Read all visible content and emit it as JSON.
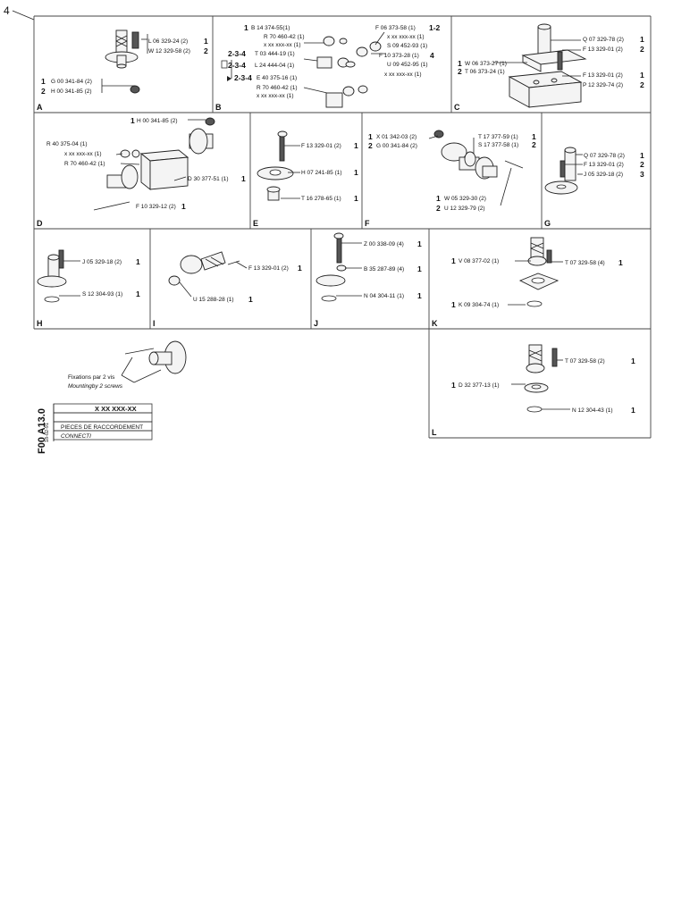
{
  "corner_mark": "4",
  "cells": {
    "A": {
      "letter": "A",
      "items": [
        {
          "ref": "L 06 329-24 (2)",
          "qty": "1"
        },
        {
          "ref": "W 12 329-58 (2)",
          "qty": "2"
        },
        {
          "ref": "G 00 341-84 (2)",
          "qty": "1"
        },
        {
          "ref": "H 00 341-85 (2)",
          "qty": "2"
        }
      ]
    },
    "B": {
      "letter": "B",
      "items": [
        {
          "ref": "B 14 374-55(1)",
          "qty": "1"
        },
        {
          "ref": "R 70 460-42 (1)",
          "qty": ""
        },
        {
          "ref": "x xx xxx-xx (1)",
          "qty": ""
        },
        {
          "ref": "T 03 444-19 (1)",
          "qty": "2-3-4"
        },
        {
          "ref": "L 24 444-04 (1)",
          "qty": "2-3-4"
        },
        {
          "ref": "E 40 375-16 (1)",
          "qty": "2-3-4"
        },
        {
          "ref": "R 70 460-42 (1)",
          "qty": ""
        },
        {
          "ref": "x xx xxx-xx (1)",
          "qty": ""
        },
        {
          "ref": "F 06 373-58 (1)",
          "qty": "1-2"
        },
        {
          "ref": "x xx xxx-xx (1)",
          "qty": ""
        },
        {
          "ref": "S 09 452-93 (1)",
          "qty": ""
        },
        {
          "ref": "F 10 373-28 (1)",
          "qty": "4"
        },
        {
          "ref": "U 09 452-95 (1)",
          "qty": ""
        },
        {
          "ref": "x xx xxx-xx (1)",
          "qty": ""
        }
      ]
    },
    "C": {
      "letter": "C",
      "items": [
        {
          "ref": "Q 07 329-78 (2)",
          "qty": "1"
        },
        {
          "ref": "F 13 329-01 (2)",
          "qty": "2"
        },
        {
          "ref": "W 06 373-27 (1)",
          "qty": "1"
        },
        {
          "ref": "T 06 373-24 (1)",
          "qty": "2"
        },
        {
          "ref": "F 13 329-01 (2)",
          "qty": "1"
        },
        {
          "ref": "P 12 329-74 (2)",
          "qty": "2"
        }
      ]
    },
    "D": {
      "letter": "D",
      "items": [
        {
          "ref": "H 00 341-85 (2)",
          "qty": "1"
        },
        {
          "ref": "R 40 375-04 (1)",
          "qty": ""
        },
        {
          "ref": "x xx xxx-xx (1)",
          "qty": ""
        },
        {
          "ref": "R 70 460-42 (1)",
          "qty": ""
        },
        {
          "ref": "D 30 377-51 (1)",
          "qty": "1"
        },
        {
          "ref": "F 10 329-12 (2)",
          "qty": "1"
        }
      ]
    },
    "E": {
      "letter": "E",
      "items": [
        {
          "ref": "F 13 329-01 (2)",
          "qty": "1"
        },
        {
          "ref": "H 07 241-85 (1)",
          "qty": "1"
        },
        {
          "ref": "T 16 278-65 (1)",
          "qty": "1"
        }
      ]
    },
    "F": {
      "letter": "F",
      "items": [
        {
          "ref": "X 01 342-03 (2)",
          "qty": "1"
        },
        {
          "ref": "G 00 341-84 (2)",
          "qty": "2"
        },
        {
          "ref": "T 17 377-59 (1)",
          "qty": "1"
        },
        {
          "ref": "S 17 377-58 (1)",
          "qty": "2"
        },
        {
          "ref": "W 05 329-30 (2)",
          "qty": "1"
        },
        {
          "ref": "U 12 329-79 (2)",
          "qty": "2"
        }
      ]
    },
    "G": {
      "letter": "G",
      "items": [
        {
          "ref": "Q 07 329-78 (2)",
          "qty": "1"
        },
        {
          "ref": "F 13 329-01 (2)",
          "qty": "2"
        },
        {
          "ref": "J 05 329-18 (2)",
          "qty": "3"
        }
      ]
    },
    "H": {
      "letter": "H",
      "items": [
        {
          "ref": "J 05 329-18 (2)",
          "qty": "1"
        },
        {
          "ref": "S 12 304-93 (1)",
          "qty": "1"
        }
      ]
    },
    "I": {
      "letter": "I",
      "items": [
        {
          "ref": "F 13 329-01 (2)",
          "qty": "1"
        },
        {
          "ref": "U 15 288-28 (1)",
          "qty": "1"
        }
      ]
    },
    "J": {
      "letter": "J",
      "items": [
        {
          "ref": "Z 00 338-09 (4)",
          "qty": "1"
        },
        {
          "ref": "B 35 287-89 (4)",
          "qty": "1"
        },
        {
          "ref": "N 04 304-11 (1)",
          "qty": "1"
        }
      ]
    },
    "K": {
      "letter": "K",
      "items": [
        {
          "ref": "V 08 377-02 (1)",
          "qty": "1"
        },
        {
          "ref": "T 07 329-58 (4)",
          "qty": "1"
        },
        {
          "ref": "K 09 304-74 (1)",
          "qty": "1"
        }
      ]
    },
    "L": {
      "letter": "L",
      "items": [
        {
          "ref": "T 07 329-58 (2)",
          "qty": "1"
        },
        {
          "ref": "D 32 377-13 (1)",
          "qty": "1"
        },
        {
          "ref": "N 12 304-43 (1)",
          "qty": "1"
        }
      ]
    }
  },
  "fixings": {
    "fr": "Fixations par 2 vis",
    "en": "Mountingby 2 screws"
  },
  "title_block": {
    "sheet_code": "F00 A13.0",
    "ref": "X XX XXX-XX",
    "date": "18-02-91",
    "title_fr": "PIECES DE RACCORDEMENT",
    "title_en": "CONNECTI"
  }
}
